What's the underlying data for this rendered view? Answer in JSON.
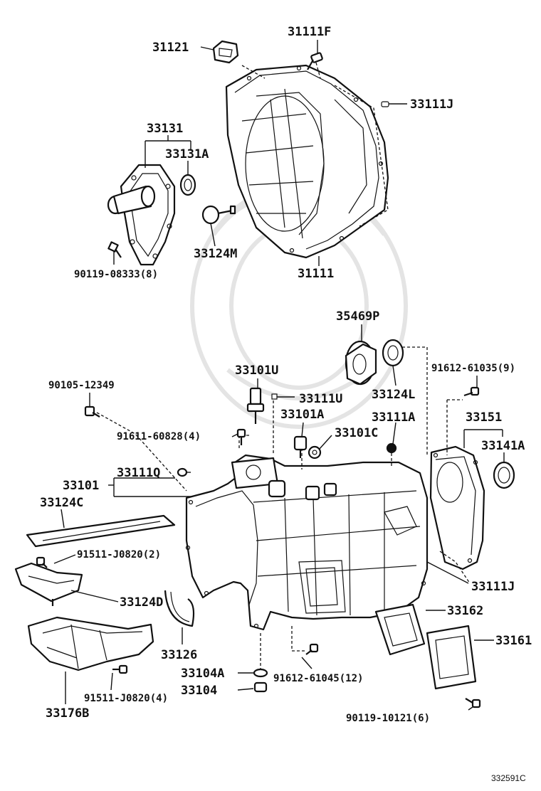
{
  "parts": {
    "p31121": "31121",
    "p31111F": "31111F",
    "p33111J_top": "33111J",
    "p33131": "33131",
    "p33131A": "33131A",
    "p33124M": "33124M",
    "p31111": "31111",
    "p90119_08333": "90119-08333(8)",
    "p35469P": "35469P",
    "p33124L": "33124L",
    "p91612_61035": "91612-61035(9)",
    "p90105_12349": "90105-12349",
    "p33101U": "33101U",
    "p33111U": "33111U",
    "p33101A": "33101A",
    "p33111A": "33111A",
    "p33151": "33151",
    "p91611_60828": "91611-60828(4)",
    "p33101C": "33101C",
    "p33141A": "33141A",
    "p33111Q": "33111Q",
    "p33101": "33101",
    "p33124C": "33124C",
    "p91511_J0820_2": "91511-J0820(2)",
    "p33124D": "33124D",
    "p33111J_bot": "33111J",
    "p33162": "33162",
    "p33126": "33126",
    "p33161": "33161",
    "p33104A": "33104A",
    "p91612_61045": "91612-61045(12)",
    "p33104": "33104",
    "p91511_J0820_4": "91511-J0820(4)",
    "p33176B": "33176B",
    "p90119_10121": "90119-10121(6)"
  },
  "figure_ref": "332591C"
}
